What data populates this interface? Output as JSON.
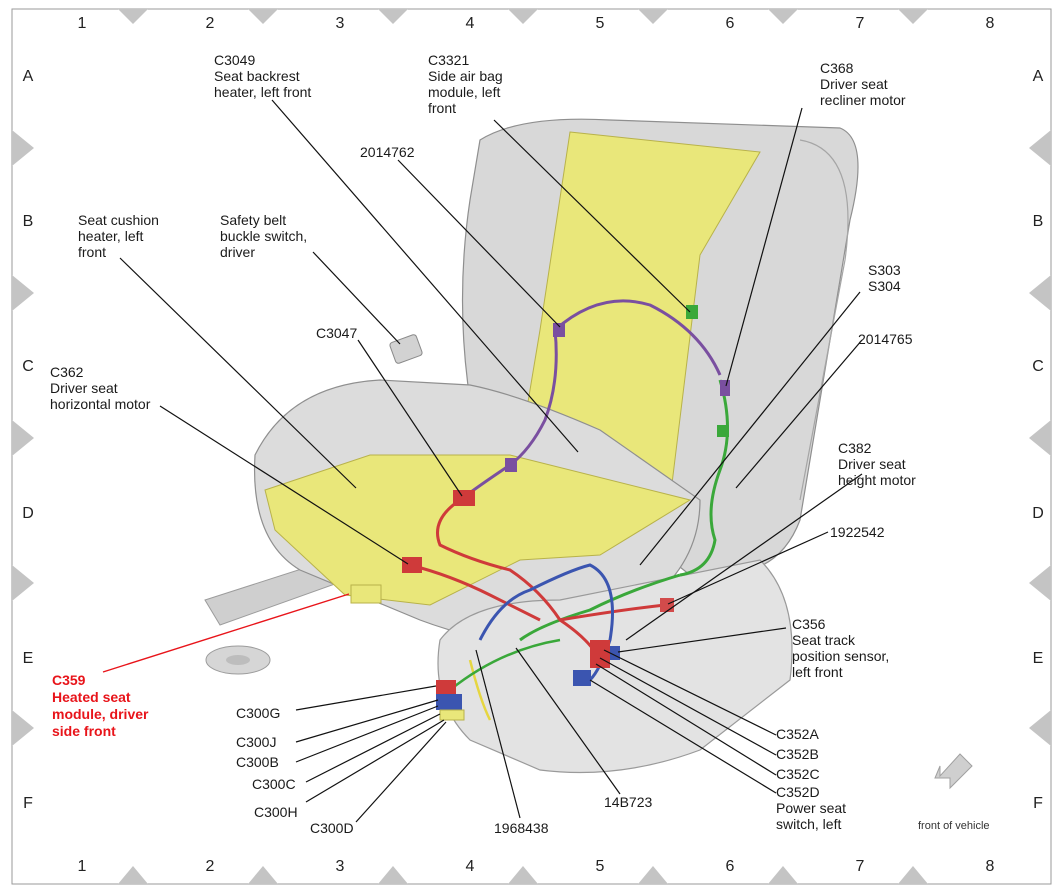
{
  "grid": {
    "columns": [
      "1",
      "2",
      "3",
      "4",
      "5",
      "6",
      "7",
      "8"
    ],
    "rows": [
      "A",
      "B",
      "C",
      "D",
      "E",
      "F"
    ]
  },
  "callouts": {
    "c3049": "C3049\nSeat backrest\nheater, left front",
    "c3321": "C3321\nSide air bag\nmodule, left\nfront",
    "c368": "C368\nDriver seat\nrecliner motor",
    "n2014762": "2014762",
    "seat_cushion": "Seat cushion\nheater, left\nfront",
    "safety_belt": "Safety belt\nbuckle switch,\ndriver",
    "s303": "S303\nS304",
    "n2014765": "2014765",
    "c3047": "C3047",
    "c362": "C362\nDriver seat\nhorizontal motor",
    "c382": "C382\nDriver seat\nheight motor",
    "n1922542": "1922542",
    "c356": "C356\nSeat track\nposition sensor,\nleft front",
    "c359": "C359\nHeated seat\nmodule, driver\nside front",
    "c300g": "C300G",
    "c300j": "C300J",
    "c300b": "C300B",
    "c300c": "C300C",
    "c300h": "C300H",
    "c300d": "C300D",
    "n1968438": "1968438",
    "n14b723": "14B723",
    "c352a": "C352A",
    "c352b": "C352B",
    "c352c": "C352C",
    "c352d": "C352D\nPower seat\nswitch, left",
    "front_of_vehicle": "front of vehicle"
  },
  "colors": {
    "leader": "#111111",
    "leader_red": "#e8141a",
    "seat_shell": "#d9d9d9",
    "heater_pad": "#e9e77a",
    "wire_red": "#cf3a3a",
    "wire_blue": "#3b55b0",
    "wire_green": "#3aa83a",
    "wire_purple": "#7a4fa0",
    "wire_yellow": "#e6d640",
    "frame_tab": "#c8c8c8"
  }
}
